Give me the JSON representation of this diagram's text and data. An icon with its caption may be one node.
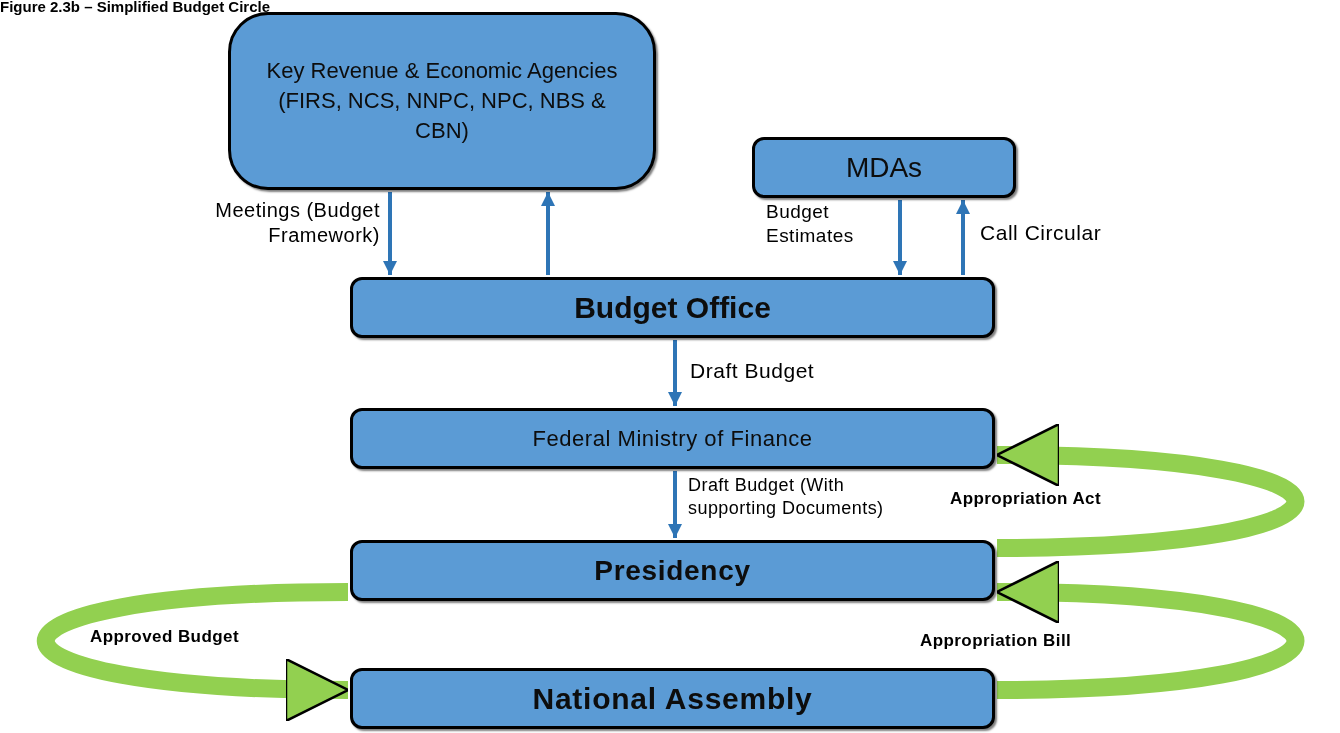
{
  "diagram": {
    "title": "Figure 2.3b – Simplified Budget Circle",
    "nodes": [
      {
        "text": [
          "Key Revenue & Economic Agencies (FIRS, NCS, NNPC, NPC, NBS & CBN)"
        ]
      },
      {
        "text": [
          "MDAs"
        ]
      },
      {
        "text": [
          "Budget Office"
        ]
      },
      {
        "text": [
          "Federal Ministry of Finance"
        ]
      },
      {
        "text": [
          "Presidency"
        ]
      },
      {
        "text": [
          "National Assembly"
        ]
      }
    ],
    "edges": [
      {
        "from": 0,
        "to": 2,
        "arrow": "to",
        "label": "Meetings (Budget Framework)"
      },
      {
        "from": 2,
        "to": 0,
        "arrow": "to"
      },
      {
        "from": 1,
        "to": 2,
        "arrow": "to",
        "label": "Budget Estimates"
      },
      {
        "from": 2,
        "to": 1,
        "arrow": "to",
        "label": "Call Circular"
      },
      {
        "from": 2,
        "to": 3,
        "arrow": "to",
        "label": "Draft Budget"
      },
      {
        "from": 3,
        "to": 4,
        "arrow": "to",
        "label": "Draft Budget (With supporting Documents)"
      },
      {
        "from": 4,
        "to": 3,
        "arrow": "to",
        "label": "Appropriation Act",
        "style": "thick",
        "color": "#92d050"
      },
      {
        "from": 5,
        "to": 4,
        "arrow": "to",
        "label": "Appropriation Bill",
        "style": "thick",
        "color": "#92d050"
      },
      {
        "from": 4,
        "to": 5,
        "arrow": "to",
        "label": "Approved Budget",
        "style": "thick",
        "color": "#92d050"
      }
    ]
  }
}
